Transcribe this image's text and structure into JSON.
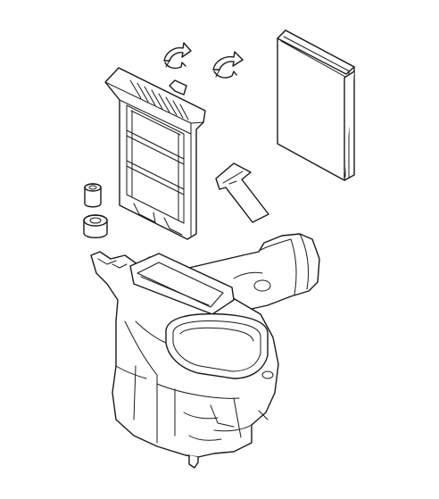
{
  "diagram": {
    "kind": "exploded-parts-illustration",
    "line_color": "#1a1a1a",
    "background": "#ffffff",
    "parts": [
      {
        "id": "clip-left",
        "icon": "clip-arrow-icon"
      },
      {
        "id": "clip-right",
        "icon": "clip-arrow-icon"
      },
      {
        "id": "filter-element",
        "icon": "panel-filter-icon"
      },
      {
        "id": "filter-frame",
        "icon": "frame-icon"
      },
      {
        "id": "gasket-strip",
        "icon": "strip-icon"
      },
      {
        "id": "grommet-upper",
        "icon": "bushing-icon"
      },
      {
        "id": "grommet-lower",
        "icon": "bushing-icon"
      },
      {
        "id": "air-box-housing",
        "icon": "housing-icon"
      }
    ]
  }
}
